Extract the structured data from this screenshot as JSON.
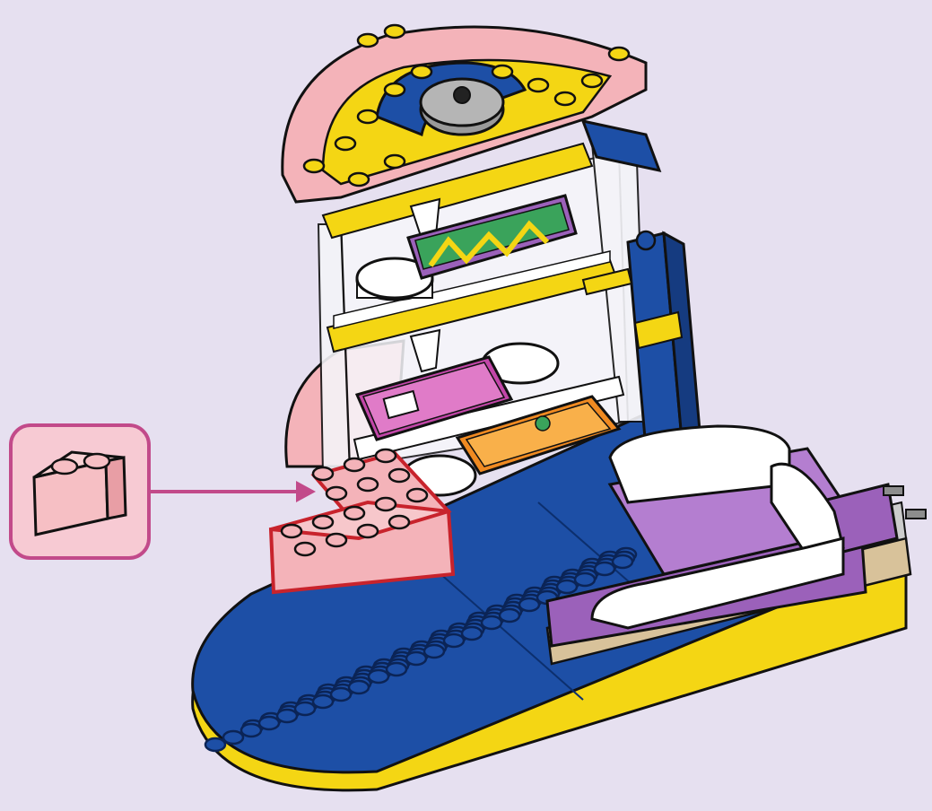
{
  "page": {
    "background": "#e6e0f0"
  },
  "callout": {
    "part_name": "brick-2x2-icon",
    "part_color": "#f6bfc4",
    "frame_color": "#c24a8a",
    "frame_fill": "#f7cad3",
    "quantity": ""
  },
  "highlight": {
    "color": "#c8232c",
    "part_color": "#f4b3b9"
  },
  "model": {
    "parts": [
      {
        "name": "blue-baseplate",
        "color": "#1d4fa6"
      },
      {
        "name": "yellow-edge-trim",
        "color": "#f4d614"
      },
      {
        "name": "pink-round-roof",
        "color": "#f4b3b9"
      },
      {
        "name": "blue-turntable",
        "color": "#1d4fa6"
      },
      {
        "name": "grey-hub",
        "color": "#9a9a9a"
      },
      {
        "name": "transparent-panels",
        "color": "#f4f4f8"
      },
      {
        "name": "green-tile",
        "color": "#3aa35b"
      },
      {
        "name": "magenta-tile",
        "color": "#c246a8"
      },
      {
        "name": "orange-tile",
        "color": "#f08a21"
      },
      {
        "name": "white-dishes",
        "color": "#ffffff"
      },
      {
        "name": "blue-pillar",
        "color": "#1d4fa6"
      },
      {
        "name": "purple-sofa-base",
        "color": "#9b61ba"
      },
      {
        "name": "white-sofa-cushions",
        "color": "#ffffff"
      },
      {
        "name": "tan-plates",
        "color": "#d8c29a"
      },
      {
        "name": "grey-clips",
        "color": "#8d8d8d"
      }
    ]
  }
}
